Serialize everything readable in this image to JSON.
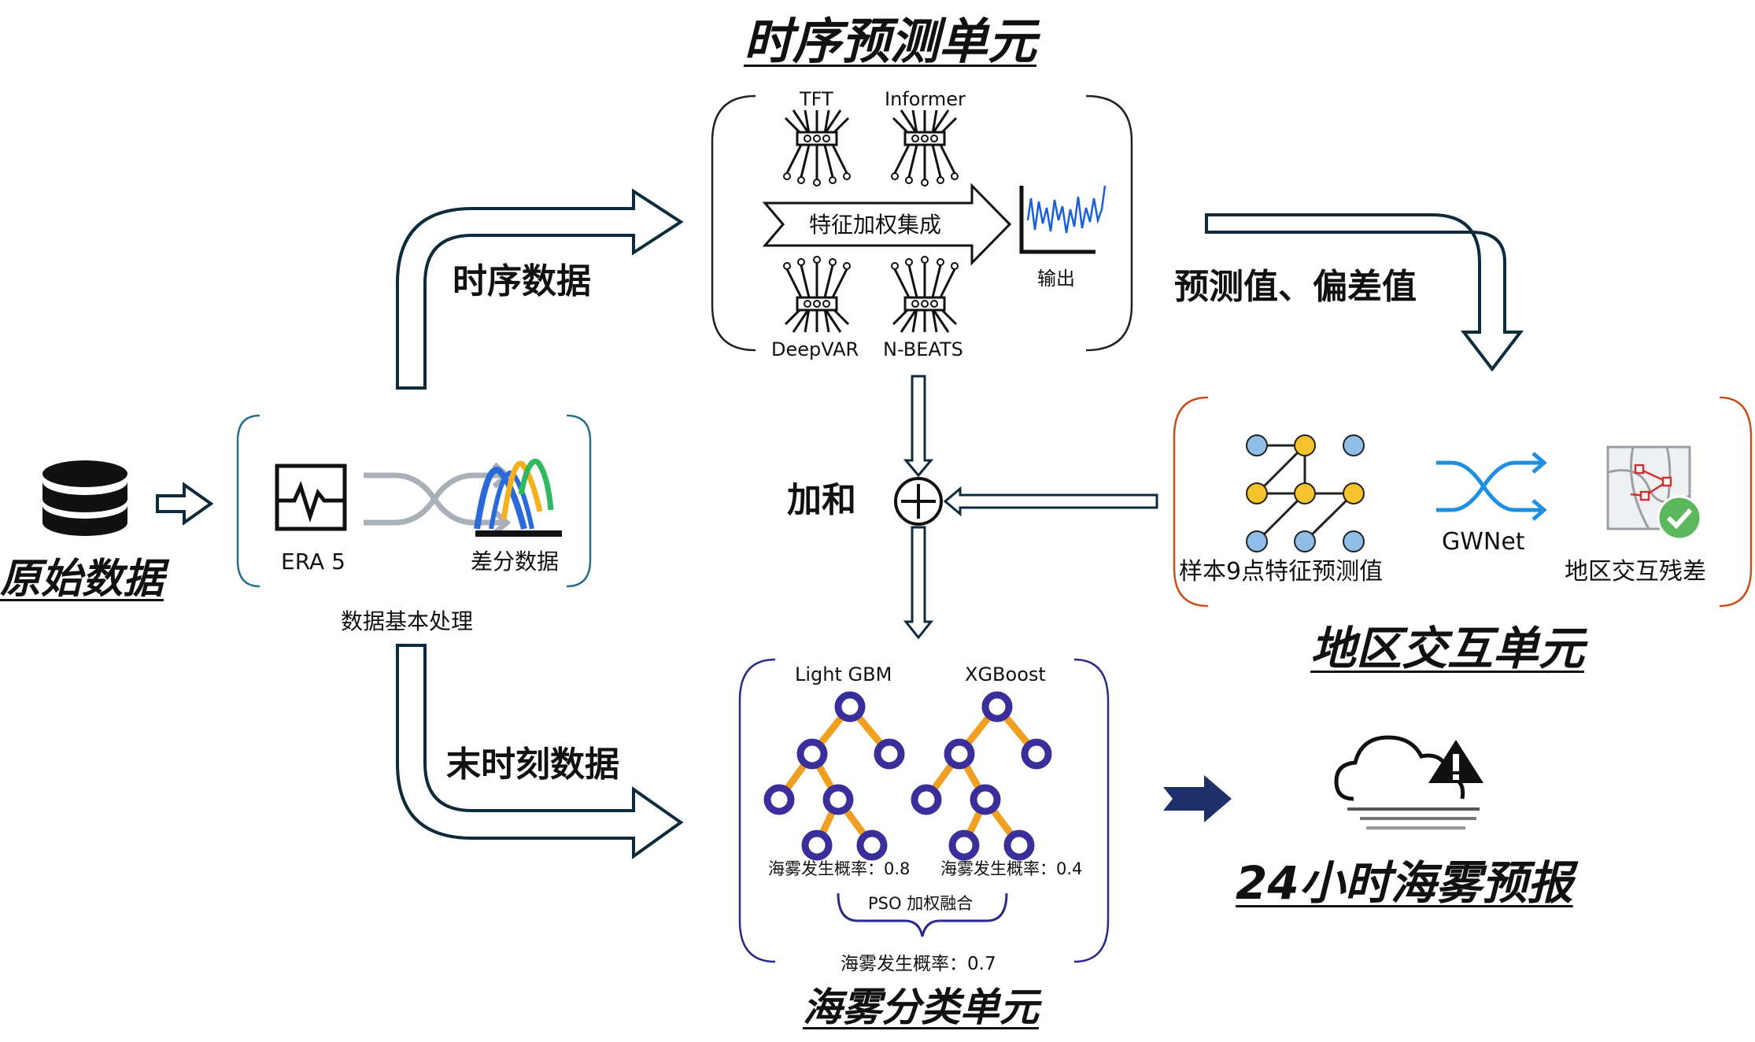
{
  "titles": {
    "raw_data": "原始数据",
    "ts_unit": "时序预测单元",
    "region_unit": "地区交互单元",
    "fog_unit": "海雾分类单元",
    "forecast": "24小时海雾预报"
  },
  "preprocess": {
    "era5": "ERA 5",
    "diff": "差分数据",
    "caption": "数据基本处理"
  },
  "flows": {
    "ts_data": "时序数据",
    "last_data": "末时刻数据",
    "pred_bias": "预测值、偏差值",
    "sum": "加和"
  },
  "ts_unit": {
    "models": [
      "TFT",
      "Informer",
      "DeepVAR",
      "N-BEATS"
    ],
    "ensemble": "特征加权集成",
    "output": "输出"
  },
  "region_unit": {
    "graph_label": "样本9点特征预测值",
    "gwnet": "GWNet",
    "residual": "地区交互残差"
  },
  "fog_unit": {
    "model_a": "Light GBM",
    "model_b": "XGBoost",
    "prob_a": "海雾发生概率：0.8",
    "prob_b": "海雾发生概率：0.4",
    "fusion": "PSO 加权融合",
    "prob_final": "海雾发生概率：0.7"
  },
  "colors": {
    "arrow_outline": "#0d2b3c",
    "ts_bracket": "#222222",
    "preproc_bracket": "#2a6f8a",
    "region_bracket": "#c8501a",
    "fog_bracket": "#2a2a8a",
    "tree_node": "#3a2e9a",
    "tree_edge": "#f0a020",
    "graph_blue": "#8fbfe8",
    "graph_yellow": "#f5c32c",
    "gwnet_blue": "#1f8fe0",
    "dark_arrow": "#1f2f6a"
  }
}
